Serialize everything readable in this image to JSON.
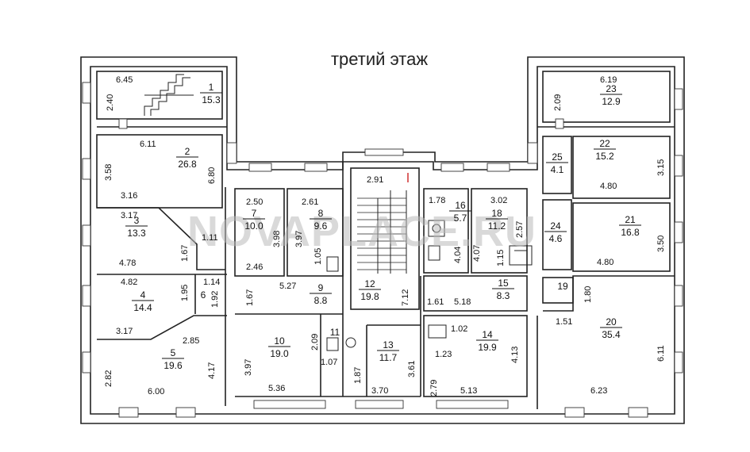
{
  "title": "третий этаж",
  "watermark": "NOVAPLACE.RU",
  "colors": {
    "line": "#222222",
    "watermark": "#b9b9b9",
    "mark": "#cc2222"
  },
  "rooms": {
    "r1": {
      "num": "1",
      "area": "15.3"
    },
    "r2": {
      "num": "2",
      "area": "26.8"
    },
    "r3": {
      "num": "3",
      "area": "13.3"
    },
    "r4": {
      "num": "4",
      "area": "14.4"
    },
    "r5": {
      "num": "5",
      "area": "19.6"
    },
    "r6": {
      "num": "6"
    },
    "r7": {
      "num": "7",
      "area": "10.0"
    },
    "r8": {
      "num": "8",
      "area": "9.6"
    },
    "r9": {
      "num": "9",
      "area": "8.8"
    },
    "r10": {
      "num": "10",
      "area": "19.0"
    },
    "r11": {
      "num": "11"
    },
    "r12": {
      "num": "12",
      "area": "19.8"
    },
    "r13": {
      "num": "13",
      "area": "11.7"
    },
    "r14": {
      "num": "14",
      "area": "19.9"
    },
    "r15": {
      "num": "15",
      "area": "8.3"
    },
    "r16": {
      "num": "16",
      "area": "5.7"
    },
    "r18": {
      "num": "18",
      "area": "11.2"
    },
    "r19": {
      "num": "19"
    },
    "r20": {
      "num": "20",
      "area": "35.4"
    },
    "r21": {
      "num": "21",
      "area": "16.8"
    },
    "r22": {
      "num": "22",
      "area": "15.2"
    },
    "r23": {
      "num": "23",
      "area": "12.9"
    },
    "r24": {
      "num": "24",
      "area": "4.6"
    },
    "r25": {
      "num": "25",
      "area": "4.1"
    }
  },
  "dims": {
    "r1_top": "6.45",
    "r1_side": "2.40",
    "r2_top": "6.11",
    "r2_left": "3.58",
    "r2_bottom": "3.16",
    "r2_right": "6.80",
    "r3_top": "3.17",
    "r3_right": "1.11",
    "r3_inner": "1.67",
    "r3_bottom": "4.78",
    "r4_top": "4.82",
    "r4_bottom": "3.17",
    "r6_a": "1.95",
    "r6_b": "1.14",
    "r6_c": "1.92",
    "r5_diag": "2.85",
    "r5_left": "2.82",
    "r5_bottom": "6.00",
    "r5_right": "4.17",
    "r7_top": "2.50",
    "r7_bottom": "2.46",
    "r8_top": "2.61",
    "r8_left": "3.98",
    "r8_mid": "3.97",
    "r8_right": "1.05",
    "r9_top": "5.27",
    "r9_left": "1.67",
    "r10_left": "3.97",
    "r10_bottom": "5.36",
    "r10_right": "2.09",
    "r11_bottom": "1.07",
    "r12_top": "2.91",
    "r12_right": "7.12",
    "r13_left": "1.87",
    "r13_bottom": "3.70",
    "r13_right": "3.61",
    "r14_a": "1.02",
    "r14_b": "1.23",
    "r14_right": "4.13",
    "r14_left": "2.79",
    "r14_bottom": "5.13",
    "r15_left": "1.61",
    "r15_bottom": "5.18",
    "r16_top": "1.78",
    "r16_side": "4.04",
    "r18_top": "3.02",
    "r18_left": "4.07",
    "r18_right": "2.57",
    "r18_inner": "1.15",
    "r19_a": "1.80",
    "r20_a": "1.51",
    "r20_right": "6.11",
    "r20_bottom": "6.23",
    "r21_right": "3.50",
    "r21_bottom": "4.80",
    "r22_right": "3.15",
    "r22_bottom": "4.80",
    "r23_top": "6.19",
    "r23_left": "2.09"
  }
}
